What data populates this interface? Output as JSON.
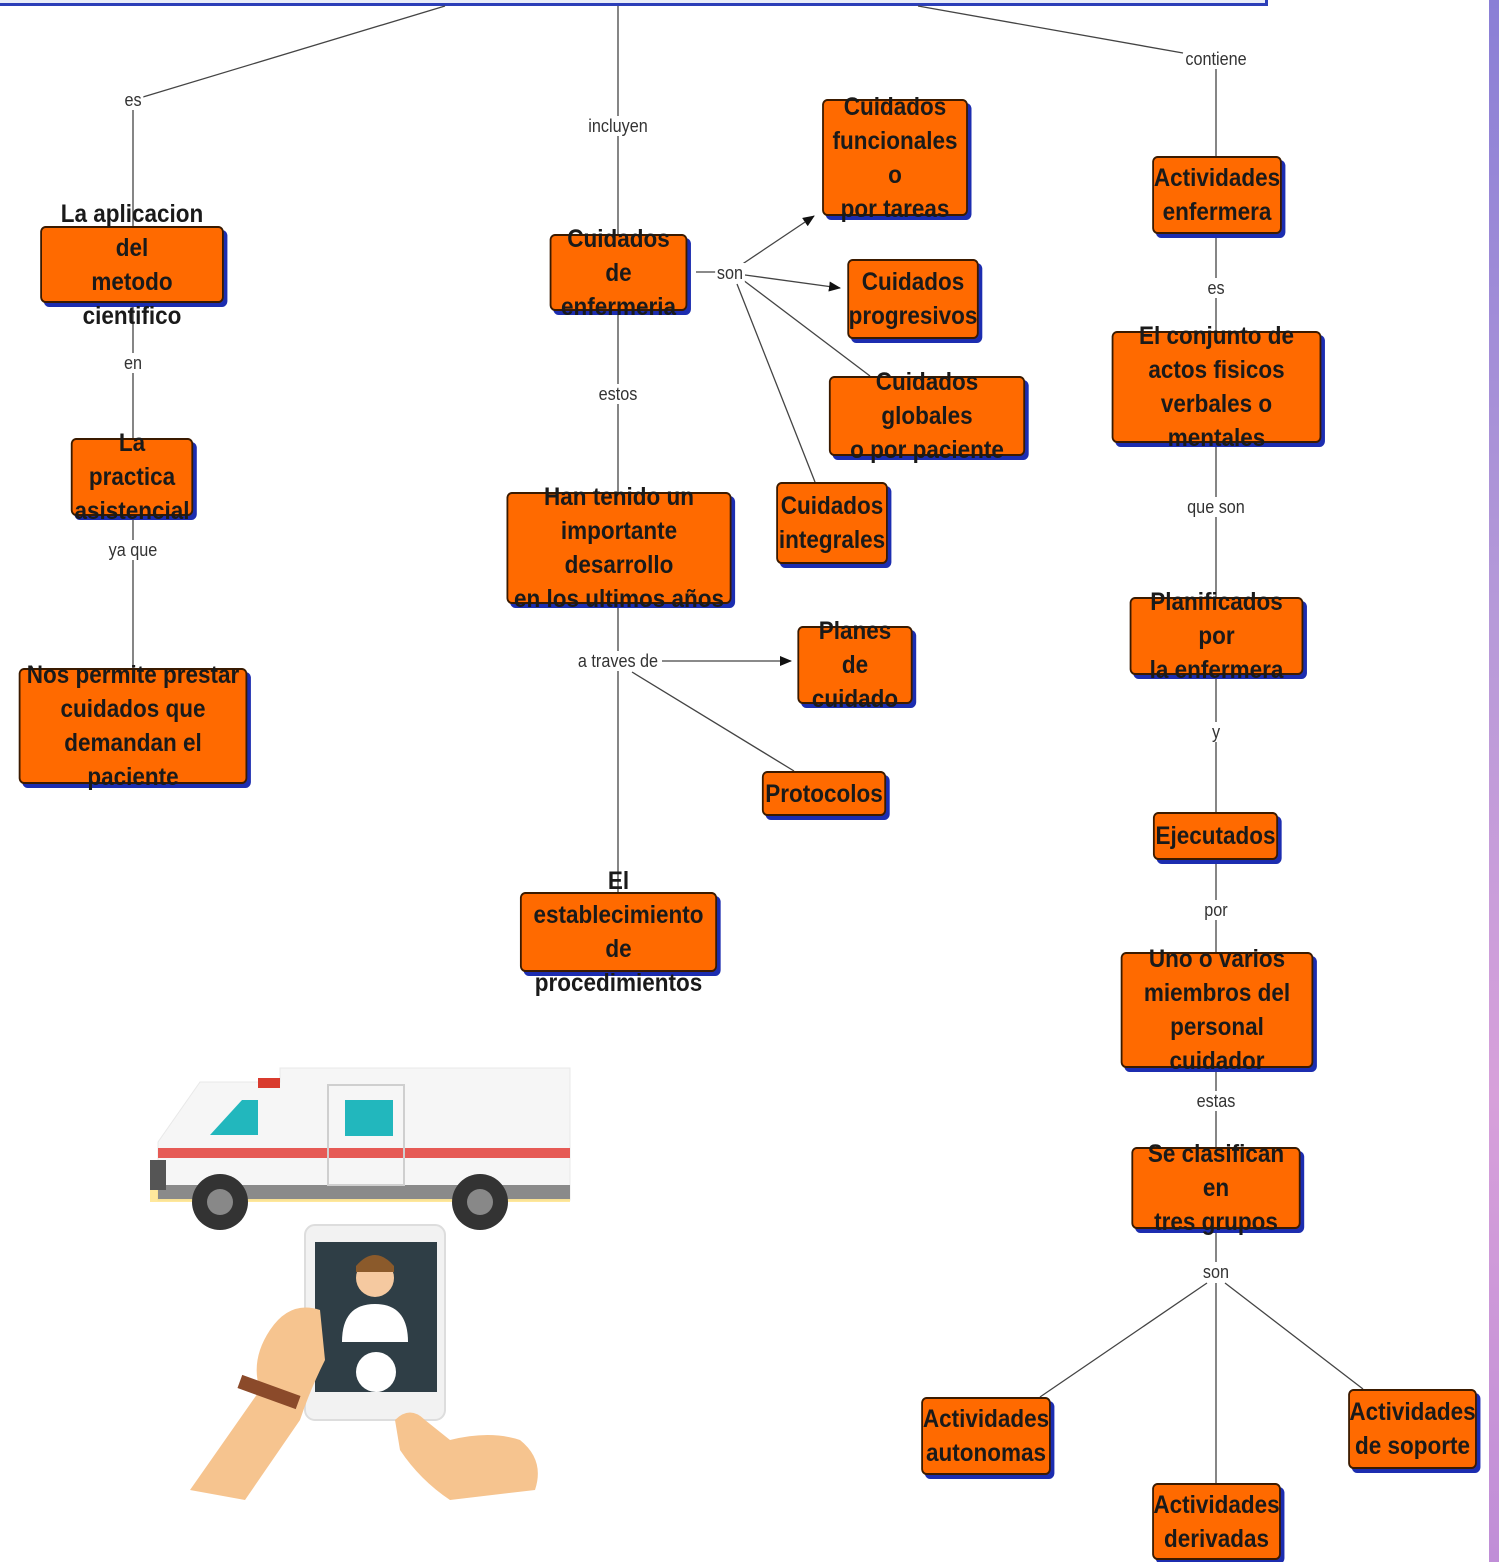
{
  "nodes": {
    "aplicacion": "La aplicacion del\nmetodo cientifico",
    "practica": "La practica\nasistencial",
    "permite": "Nos permite prestar\ncuidados que\ndemandan el paciente",
    "cuidados_enfermeria": "Cuidados de\nenfermeria",
    "funcionales": "Cuidados\nfuncionales o\npor tareas",
    "progresivos": "Cuidados\nprogresivos",
    "globales": "Cuidados globales\no por paciente",
    "integrales": "Cuidados\nintegrales",
    "desarrollo": "Han tenido un\nimportante desarrollo\nen los ultimos años",
    "planes": "Planes de\ncuidado",
    "protocolos": "Protocolos",
    "establecimiento": "El establecimiento\nde procedimientos",
    "actividades_enfermera": "Actividades\nenfermera",
    "conjunto": "El conjunto de\nactos fisicos\nverbales o mentales",
    "planificados": "Planificados por\nla enfermera",
    "ejecutados": "Ejecutados",
    "miembros": "Uno o varios\nmiembros del\npersonal cuidador",
    "clasifican": "Se clasifican en\ntres grupos",
    "autonomas": "Actividades\nautonomas",
    "derivadas": "Actividades\nderivadas",
    "soporte": "Actividades\nde soporte"
  },
  "links": {
    "es_1": "es",
    "en": "en",
    "ya_que": "ya que",
    "incluyen": "incluyen",
    "son_1": "son",
    "estos": "estos",
    "a_traves_de": "a traves de",
    "contiene": "contiene",
    "es_2": "es",
    "que_son": "que son",
    "y": "y",
    "por": "por",
    "estas": "estas",
    "son_2": "son"
  },
  "colors": {
    "node_fill": "#ff6a00",
    "node_shadow": "#1c2db0",
    "link_line": "#333333"
  }
}
